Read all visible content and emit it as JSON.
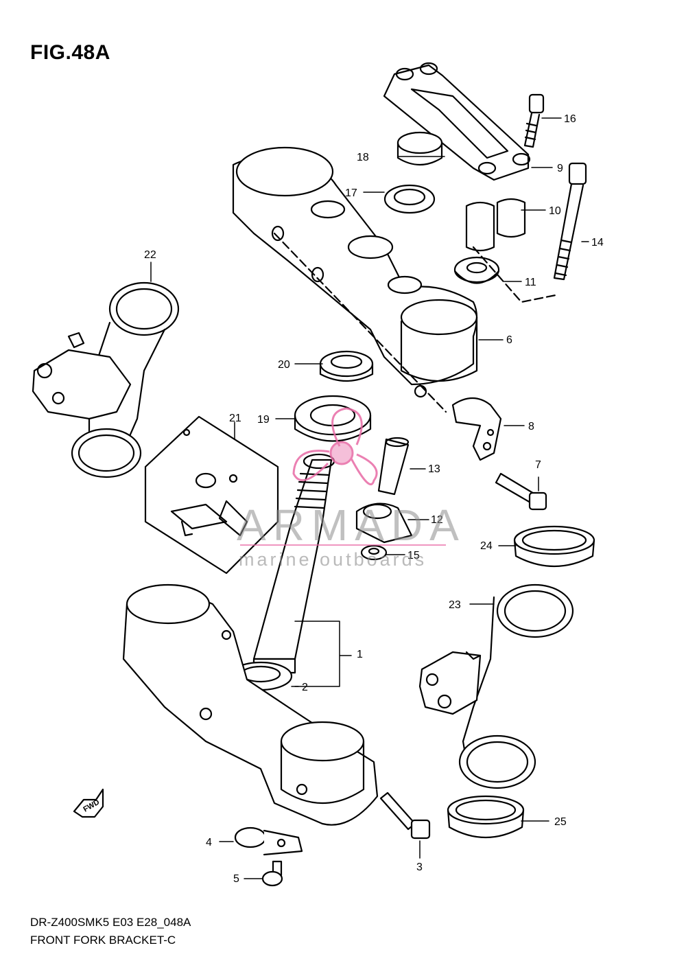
{
  "header": {
    "title": "FIG.48A"
  },
  "footer": {
    "model_code": "DR-Z400SMK5 E03 E28_048A",
    "part_group": "FRONT FORK BRACKET-C"
  },
  "watermark": {
    "brand": "ARMADA",
    "tagline": "marine outboards",
    "accent_color": "#e86aa5"
  },
  "callouts": [
    {
      "number": "1"
    },
    {
      "number": "2"
    },
    {
      "number": "3"
    },
    {
      "number": "4"
    },
    {
      "number": "5"
    },
    {
      "number": "6"
    },
    {
      "number": "7"
    },
    {
      "number": "8"
    },
    {
      "number": "9"
    },
    {
      "number": "10"
    },
    {
      "number": "11"
    },
    {
      "number": "12"
    },
    {
      "number": "13"
    },
    {
      "number": "14"
    },
    {
      "number": "15"
    },
    {
      "number": "16"
    },
    {
      "number": "17"
    },
    {
      "number": "18"
    },
    {
      "number": "19"
    },
    {
      "number": "20"
    },
    {
      "number": "21"
    },
    {
      "number": "22"
    },
    {
      "number": "23"
    },
    {
      "number": "24"
    },
    {
      "number": "25"
    }
  ],
  "fwd_marker": {
    "label": "FWD",
    "icon": "forward-arrow-icon"
  }
}
